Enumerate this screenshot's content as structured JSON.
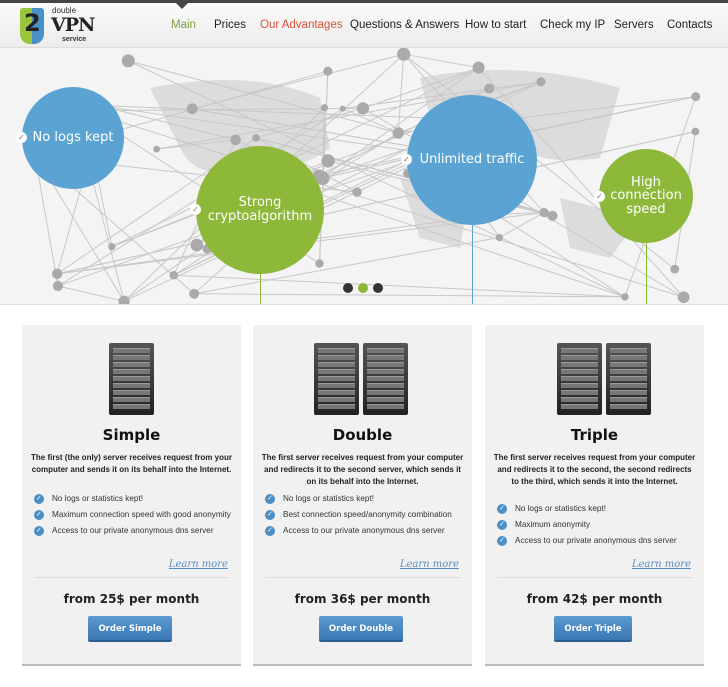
{
  "logo": {
    "top": "double",
    "main": "VPN",
    "bottom": "service"
  },
  "nav": [
    {
      "label": "Main",
      "color": "#7ea040"
    },
    {
      "label": "Prices"
    },
    {
      "label": "Our Advantages",
      "color": "#d9533b"
    },
    {
      "label": "Questions & Answers"
    },
    {
      "label": "How to start"
    },
    {
      "label": "Check my IP"
    },
    {
      "label": "Servers"
    },
    {
      "label": "Contacts"
    }
  ],
  "hero": {
    "bubbles": [
      {
        "label": "No logs kept",
        "color": "#5ba3d3"
      },
      {
        "label": "Strong cryptoalgorithm",
        "color": "#8db83a"
      },
      {
        "label": "Unlimited traffic",
        "color": "#5ba3d3"
      },
      {
        "label": "High connection speed",
        "color": "#8db83a"
      }
    ],
    "slides": 3,
    "active_slide": 2
  },
  "plans": [
    {
      "title": "Simple",
      "desc": "The first (the only) server receives request from your computer and sends it on its behalf into the Internet.",
      "features": [
        "No logs or statistics kept!",
        "Maximum connection speed with good anonymity",
        "Access to our private anonymous dns server"
      ],
      "learn": "Learn more",
      "price": "from 25$ per month",
      "button": "Order Simple"
    },
    {
      "title": "Double",
      "desc": "The first server receives request from your computer and redirects it to the second server, which sends it on its behalf into the Internet.",
      "features": [
        "No logs or statistics kept!",
        "Best connection speed/anonymity combination",
        "Access to our private anonymous dns server"
      ],
      "learn": "Learn more",
      "price": "from 36$ per month",
      "button": "Order Double"
    },
    {
      "title": "Triple",
      "desc": "The first server receives request from your computer and redirects it to the second, the second redirects to the third, which sends it into the Internet.",
      "features": [
        "No logs or statistics kept!",
        "Maximum anonymity",
        "Access to our private anonymous dns server"
      ],
      "learn": "Learn more",
      "price": "from 42$ per month",
      "button": "Order Triple"
    }
  ]
}
